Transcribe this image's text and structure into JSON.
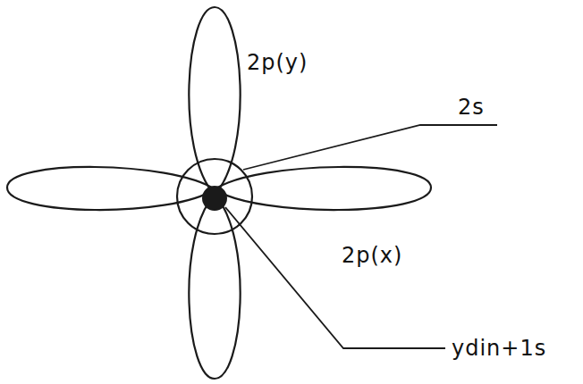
{
  "diagram": {
    "labels": [
      "2p(y)",
      "2s",
      "2p(x)",
      "ydin+1s"
    ]
  }
}
